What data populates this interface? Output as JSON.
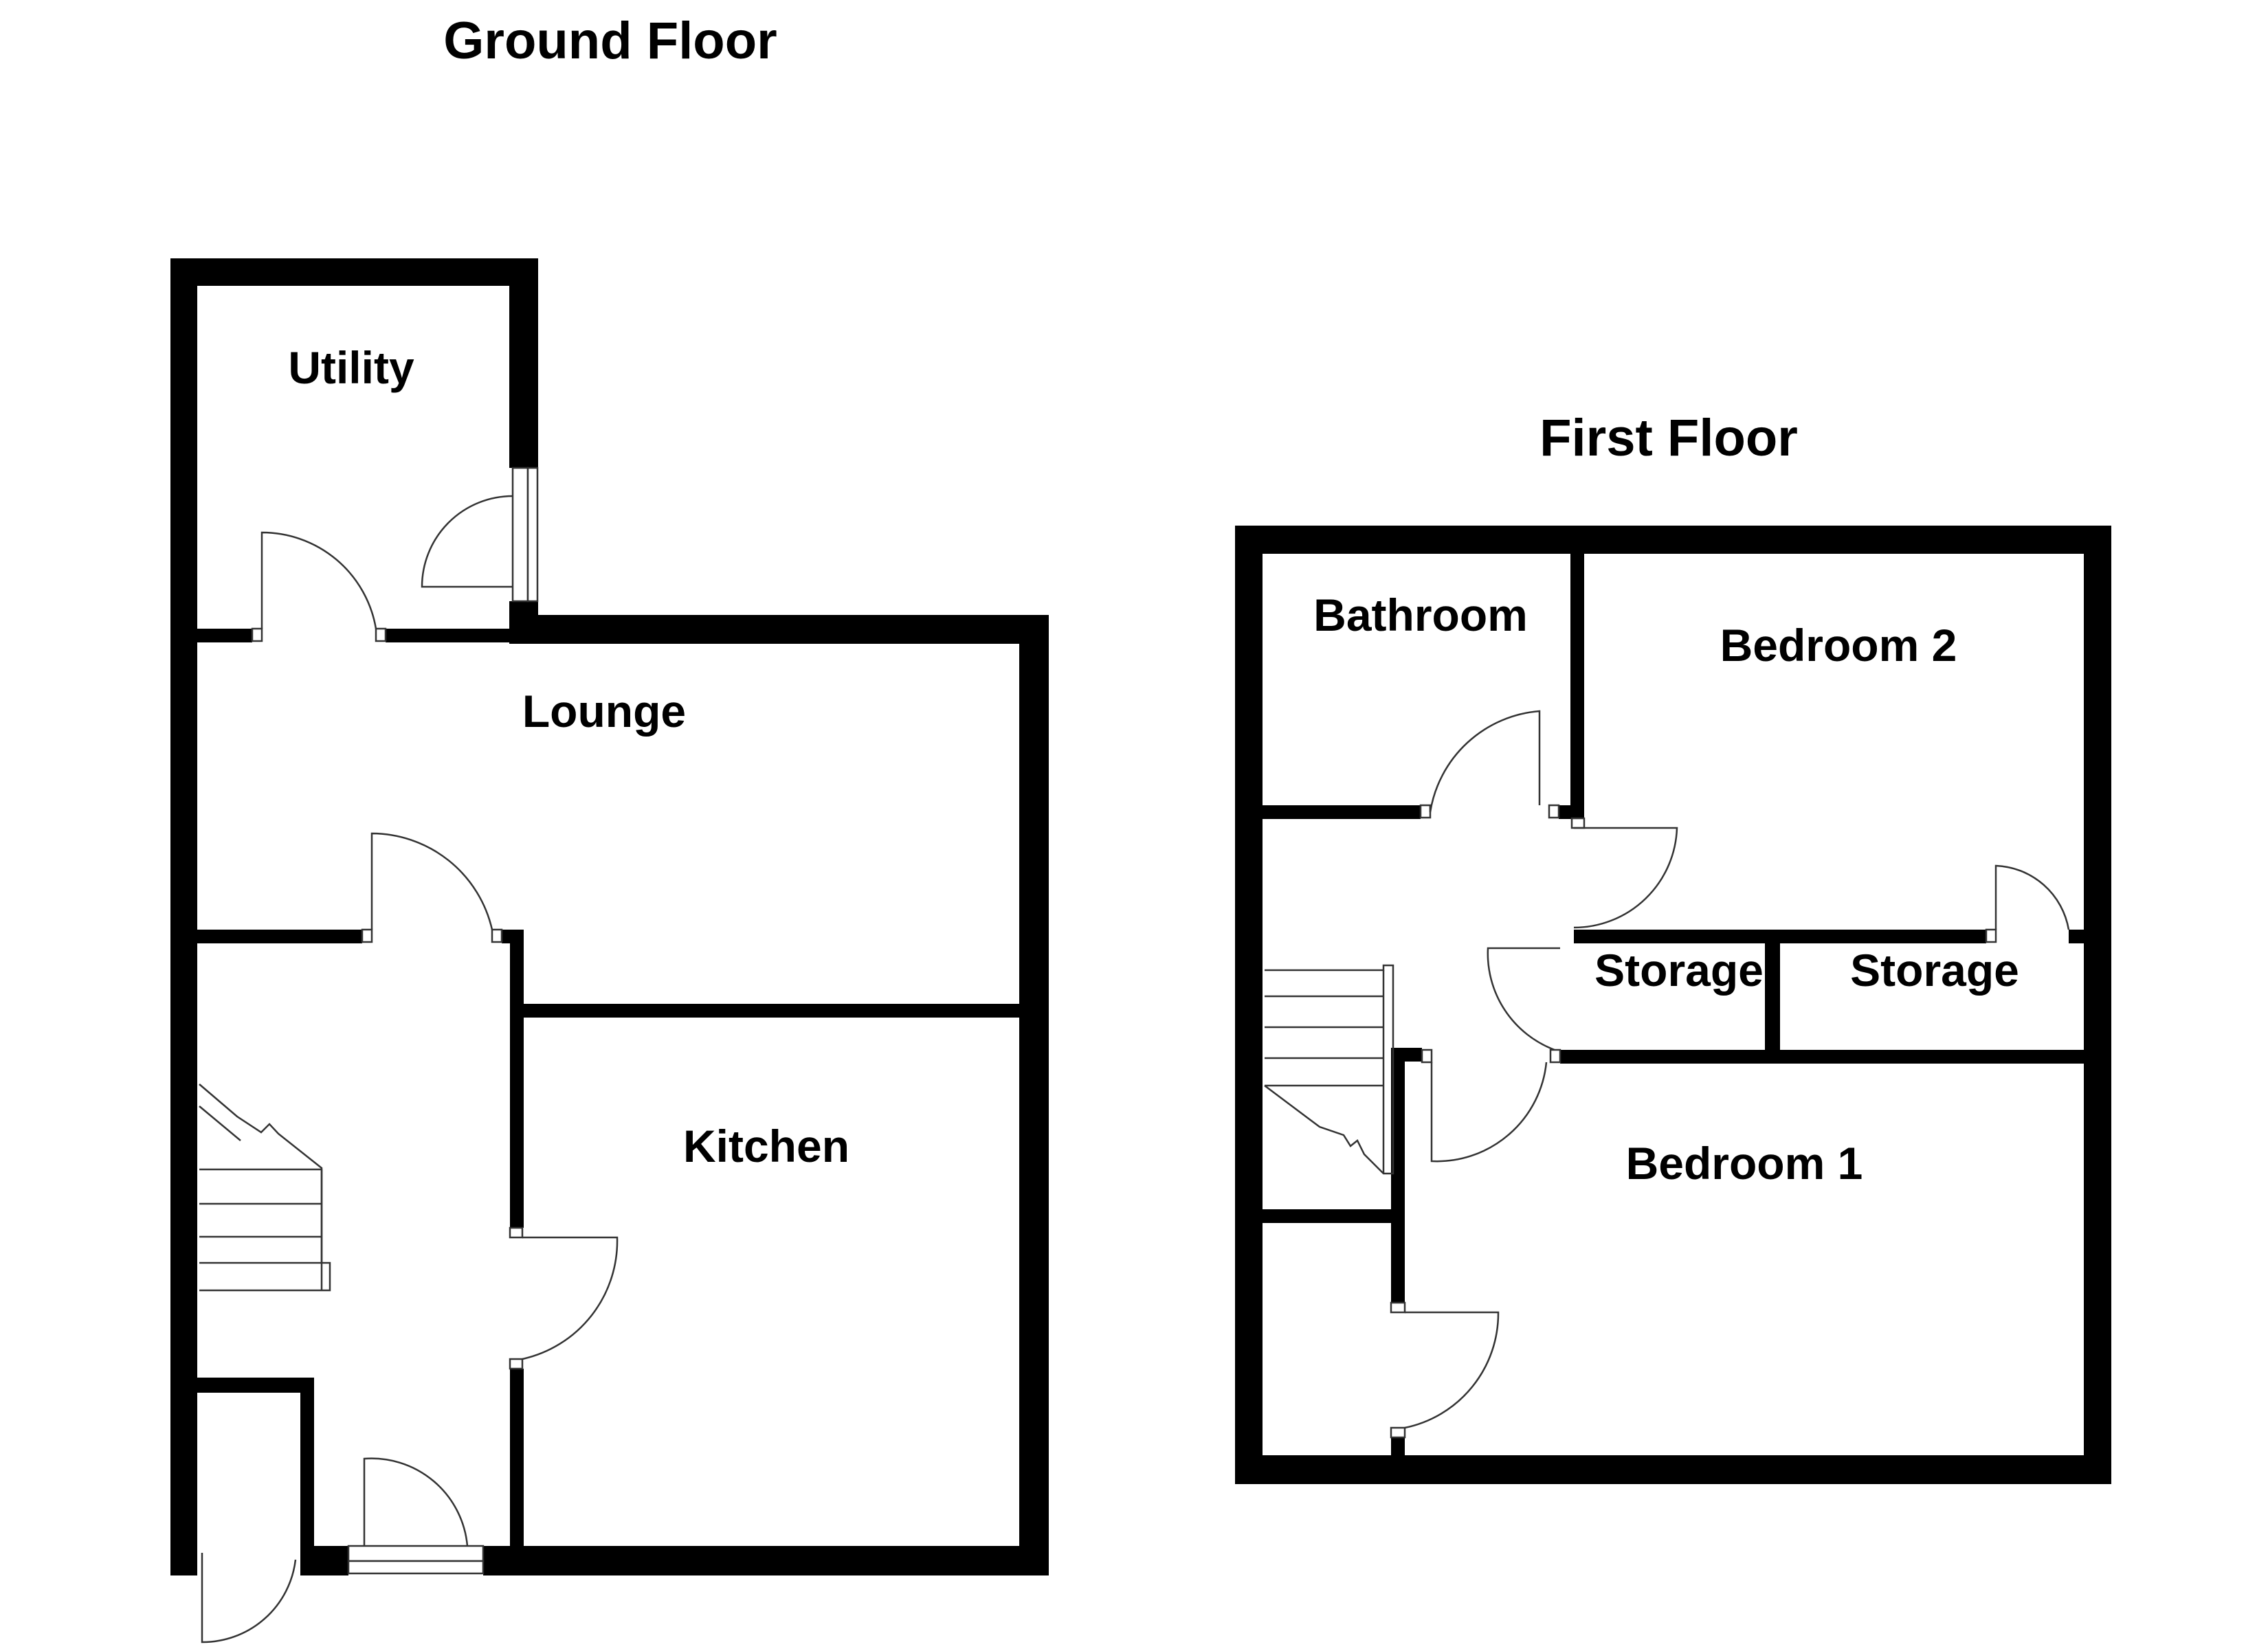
{
  "floors": {
    "ground": {
      "title": "Ground Floor",
      "rooms": {
        "utility": "Utility",
        "lounge": "Lounge",
        "kitchen": "Kitchen"
      }
    },
    "first": {
      "title": "First Floor",
      "rooms": {
        "bathroom": "Bathroom",
        "bedroom2": "Bedroom 2",
        "storage_left": "Storage",
        "storage_right": "Storage",
        "bedroom1": "Bedroom 1"
      }
    }
  },
  "colors": {
    "wall": "#000000",
    "line": "#333333",
    "background": "#ffffff"
  }
}
